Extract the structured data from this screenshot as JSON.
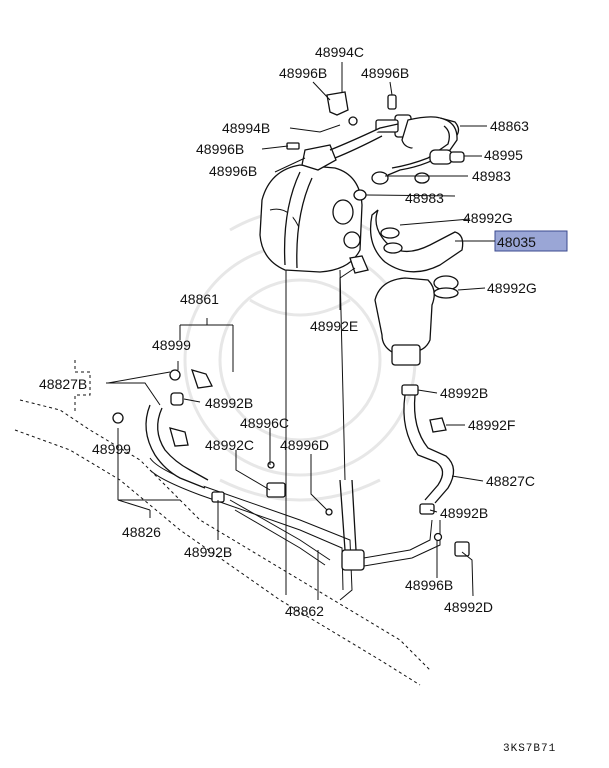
{
  "figure": {
    "code": "3KS7B71",
    "highlighted_part": "48035"
  },
  "labels": [
    {
      "id": "48994C",
      "text": "48994C"
    },
    {
      "id": "48996B_a",
      "text": "48996B"
    },
    {
      "id": "48996B_b",
      "text": "48996B"
    },
    {
      "id": "48994B",
      "text": "48994B"
    },
    {
      "id": "48863",
      "text": "48863"
    },
    {
      "id": "48996B_c",
      "text": "48996B"
    },
    {
      "id": "48995",
      "text": "48995"
    },
    {
      "id": "48996B_d",
      "text": "48996B"
    },
    {
      "id": "48983_a",
      "text": "48983"
    },
    {
      "id": "48983_b",
      "text": "48983"
    },
    {
      "id": "48992G_a",
      "text": "48992G"
    },
    {
      "id": "48035",
      "text": "48035"
    },
    {
      "id": "48992G_b",
      "text": "48992G"
    },
    {
      "id": "48992E",
      "text": "48992E"
    },
    {
      "id": "48861",
      "text": "48861"
    },
    {
      "id": "48999_a",
      "text": "48999"
    },
    {
      "id": "48827B",
      "text": "48827B"
    },
    {
      "id": "48992B_a",
      "text": "48992B"
    },
    {
      "id": "48992B_b",
      "text": "48992B"
    },
    {
      "id": "48996C",
      "text": "48996C"
    },
    {
      "id": "48992F",
      "text": "48992F"
    },
    {
      "id": "48992C",
      "text": "48992C"
    },
    {
      "id": "48996D",
      "text": "48996D"
    },
    {
      "id": "48999_b",
      "text": "48999"
    },
    {
      "id": "48827C",
      "text": "48827C"
    },
    {
      "id": "48992B_c",
      "text": "48992B"
    },
    {
      "id": "48826",
      "text": "48826"
    },
    {
      "id": "48992B_d",
      "text": "48992B"
    },
    {
      "id": "48996B_e",
      "text": "48996B"
    },
    {
      "id": "48862",
      "text": "48862"
    },
    {
      "id": "48992D",
      "text": "48992D"
    }
  ]
}
